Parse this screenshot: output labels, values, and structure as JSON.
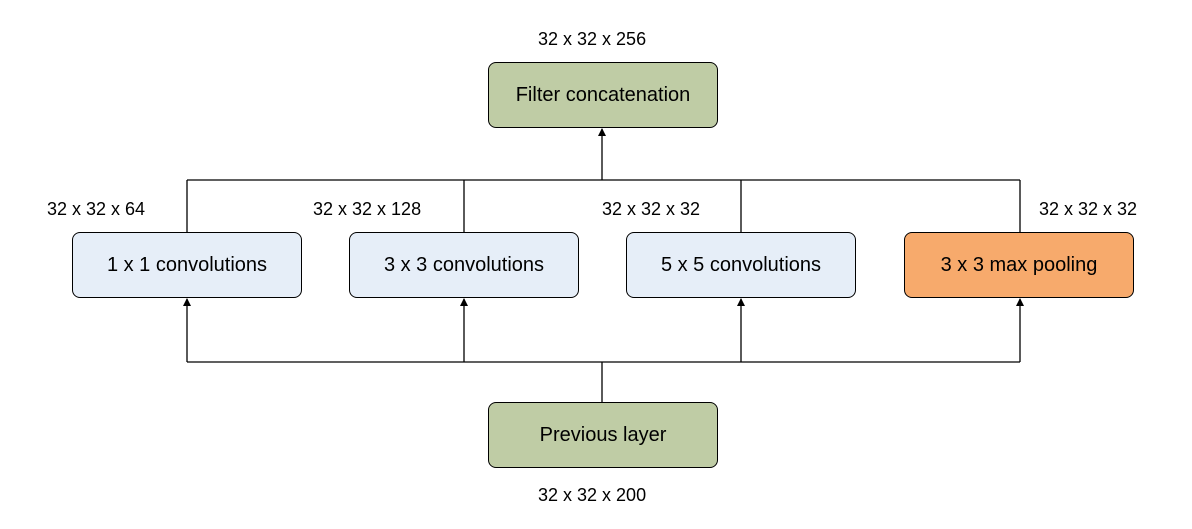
{
  "nodes": {
    "concat": {
      "label": "Filter concatenation",
      "output_dims": "32 x 32 x 256",
      "color": "#bfcca5"
    },
    "conv1": {
      "label": "1 x 1 convolutions",
      "output_dims": "32 x 32 x 64",
      "color": "#e6eef8"
    },
    "conv3": {
      "label": "3 x 3 convolutions",
      "output_dims": "32 x 32 x 128",
      "color": "#e6eef8"
    },
    "conv5": {
      "label": "5 x 5 convolutions",
      "output_dims": "32 x 32 x 32",
      "color": "#e6eef8"
    },
    "pool": {
      "label": "3 x 3 max pooling",
      "output_dims": "32 x 32 x 32",
      "color": "#f7aa6c"
    },
    "prev": {
      "label": "Previous layer",
      "output_dims": "32 x 32 x 200",
      "color": "#bfcca5"
    }
  },
  "edges": [
    {
      "from": "prev",
      "to": "conv1"
    },
    {
      "from": "prev",
      "to": "conv3"
    },
    {
      "from": "prev",
      "to": "conv5"
    },
    {
      "from": "prev",
      "to": "pool"
    },
    {
      "from": "conv1",
      "to": "concat"
    },
    {
      "from": "conv3",
      "to": "concat"
    },
    {
      "from": "conv5",
      "to": "concat"
    },
    {
      "from": "pool",
      "to": "concat"
    }
  ]
}
